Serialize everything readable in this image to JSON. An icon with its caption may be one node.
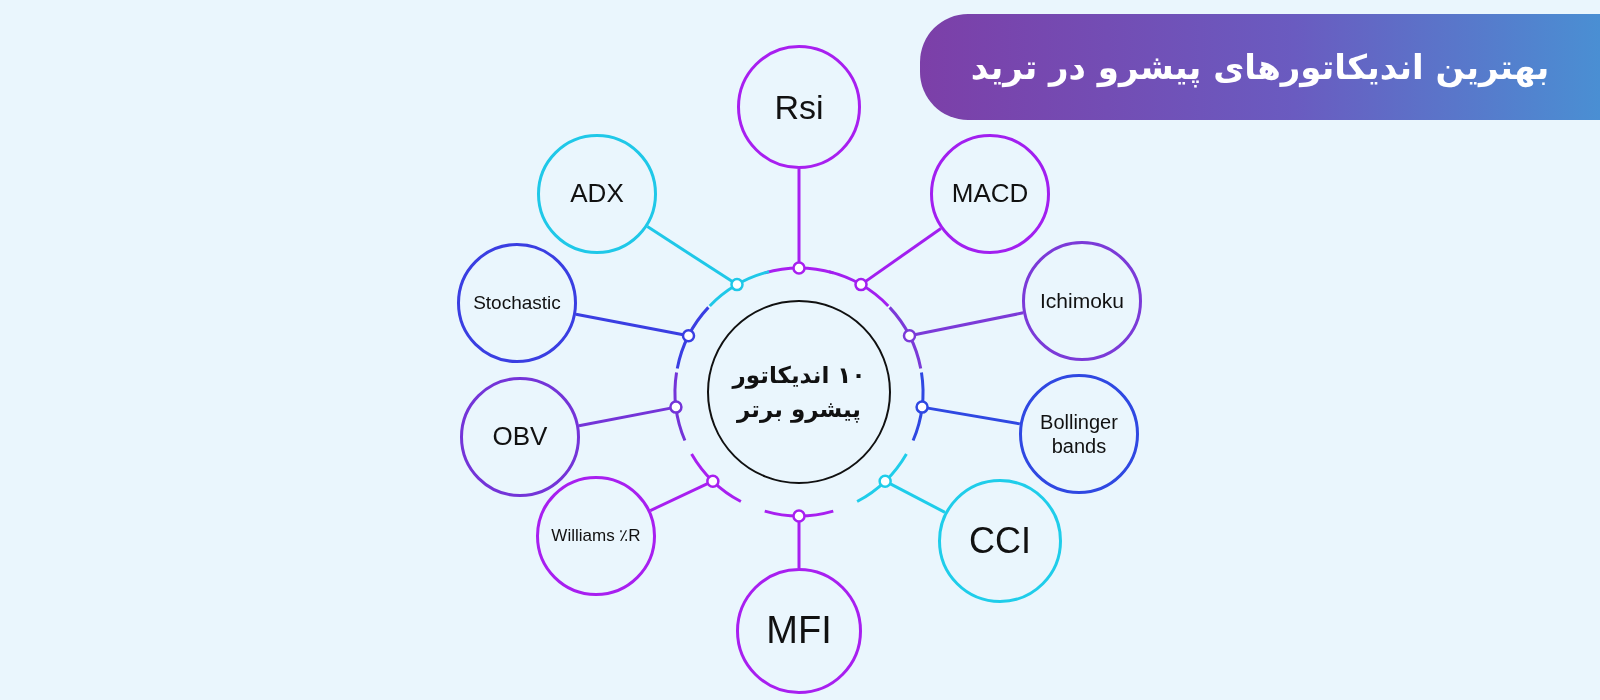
{
  "diagram": {
    "title": "بهترین اندیکاتورهای پیشرو در ترید",
    "nodes": [
      {
        "text": [
          "۱۰ اندیکاتور پیشرو برتر"
        ]
      },
      {
        "text": [
          "Rsi"
        ]
      },
      {
        "text": [
          "MACD"
        ]
      },
      {
        "text": [
          "Ichimoku"
        ]
      },
      {
        "text": [
          "Bollinger bands"
        ]
      },
      {
        "text": [
          "CCI"
        ]
      },
      {
        "text": [
          "MFI"
        ]
      },
      {
        "text": [
          "Williams ٪R"
        ]
      },
      {
        "text": [
          "OBV"
        ]
      },
      {
        "text": [
          "Stochastic"
        ]
      },
      {
        "text": [
          "ADX"
        ]
      }
    ],
    "edges": [
      {
        "from": 0,
        "to": 1,
        "arrow": "other",
        "color": "#a81ff0"
      },
      {
        "from": 0,
        "to": 2,
        "arrow": "other",
        "color": "#a21ff0"
      },
      {
        "from": 0,
        "to": 3,
        "arrow": "other",
        "color": "#7b3ad8"
      },
      {
        "from": 0,
        "to": 4,
        "arrow": "other",
        "color": "#2f48e2"
      },
      {
        "from": 0,
        "to": 5,
        "arrow": "other",
        "color": "#1fcdea"
      },
      {
        "from": 0,
        "to": 6,
        "arrow": "other",
        "color": "#a81ff0"
      },
      {
        "from": 0,
        "to": 7,
        "arrow": "other",
        "color": "#a81ff0"
      },
      {
        "from": 0,
        "to": 8,
        "arrow": "other",
        "color": "#7434d8"
      },
      {
        "from": 0,
        "to": 9,
        "arrow": "other",
        "color": "#3a3ee2"
      },
      {
        "from": 0,
        "to": 10,
        "arrow": "other",
        "color": "#1fc8e8"
      }
    ]
  }
}
